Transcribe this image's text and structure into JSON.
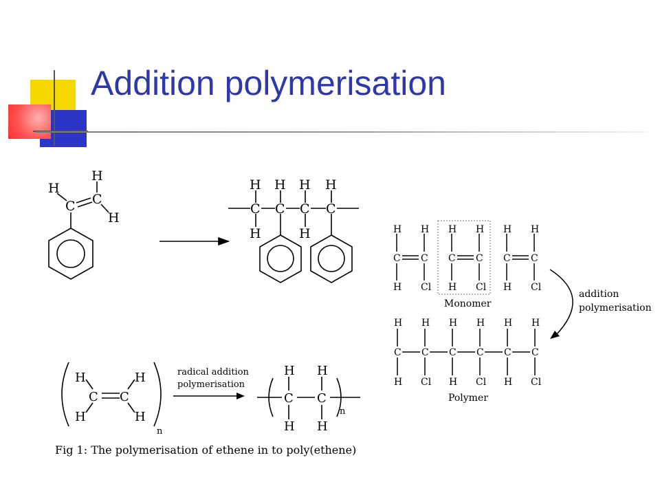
{
  "slide": {
    "title": "Addition polymerisation"
  },
  "styrene": {
    "atom_h": "H",
    "atom_c": "C"
  },
  "pvc": {
    "atom_h": "H",
    "atom_c": "C",
    "atom_cl": "Cl",
    "monomer_label": "Monomer",
    "polymer_label": "Polymer",
    "arrow_label_line1": "addition",
    "arrow_label_line2": "polymerisation"
  },
  "ethene": {
    "atom_h": "H",
    "atom_c": "C",
    "subscript_n": "n",
    "arrow_label_line1": "radical addition",
    "arrow_label_line2": "polymerisation",
    "caption": "Fig 1: The polymerisation of ethene in to poly(ethene)"
  },
  "colors": {
    "title": "#2e38a8",
    "deco_yellow": "#f5d800",
    "deco_blue": "#2b35c8",
    "deco_red": "#ff5050"
  }
}
